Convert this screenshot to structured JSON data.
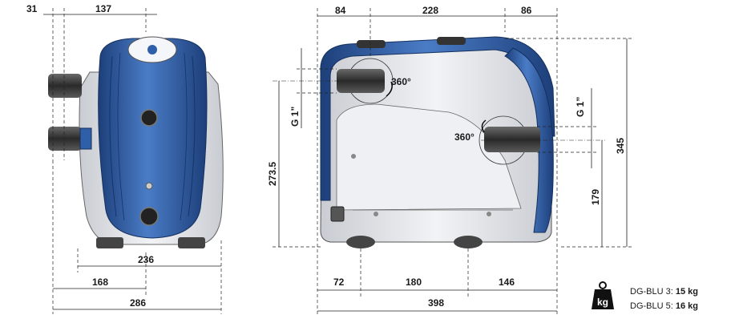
{
  "dimensions": {
    "left_top_a": "31",
    "left_top_b": "137",
    "left_bottom_a": "236",
    "left_bottom_b": "168",
    "left_bottom_c": "286",
    "right_top_a": "84",
    "right_top_b": "228",
    "right_top_c": "86",
    "right_height_a": "273.5",
    "right_height_b": "345",
    "right_height_c": "179",
    "right_bottom_a": "72",
    "right_bottom_b": "180",
    "right_bottom_c": "146",
    "right_bottom_d": "398",
    "thread_left": "G 1”",
    "thread_right": "G 1”",
    "rotation_left": "360°",
    "rotation_right": "360°"
  },
  "weight": {
    "icon_label": "kg",
    "lines": [
      {
        "model": "DG-BLU 3: ",
        "value": "15 kg"
      },
      {
        "model": "DG-BLU 5: ",
        "value": "16 kg"
      }
    ]
  },
  "colors": {
    "pump_blue": "#2f5fa8",
    "pump_blue_dark": "#1d3f7a",
    "housing_grey": "#e6e8ec",
    "fitting_dark": "#3a3a3a"
  }
}
